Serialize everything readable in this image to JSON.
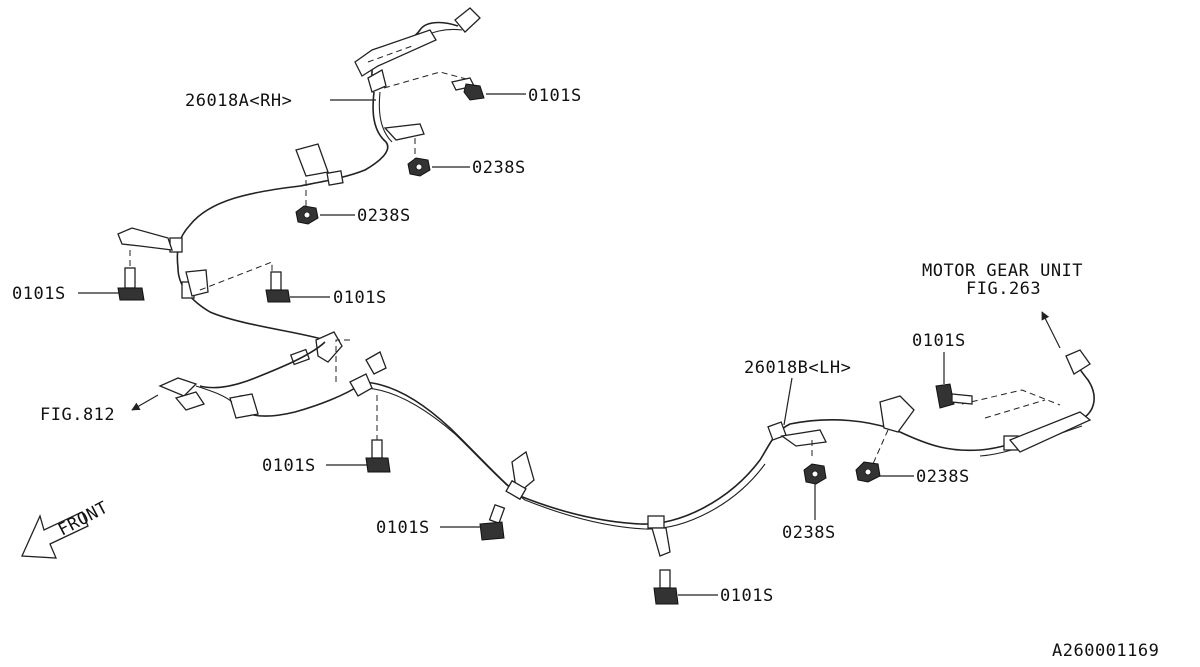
{
  "labels": {
    "rh_cable": "26018A<RH>",
    "lh_cable": "26018B<LH>",
    "bolt": "0101S",
    "nut": "0238S",
    "motor_gear_unit": "MOTOR GEAR UNIT",
    "fig_263": "FIG.263",
    "fig_812": "FIG.812",
    "front": "FRONT",
    "diagram_code": "A260001169"
  }
}
